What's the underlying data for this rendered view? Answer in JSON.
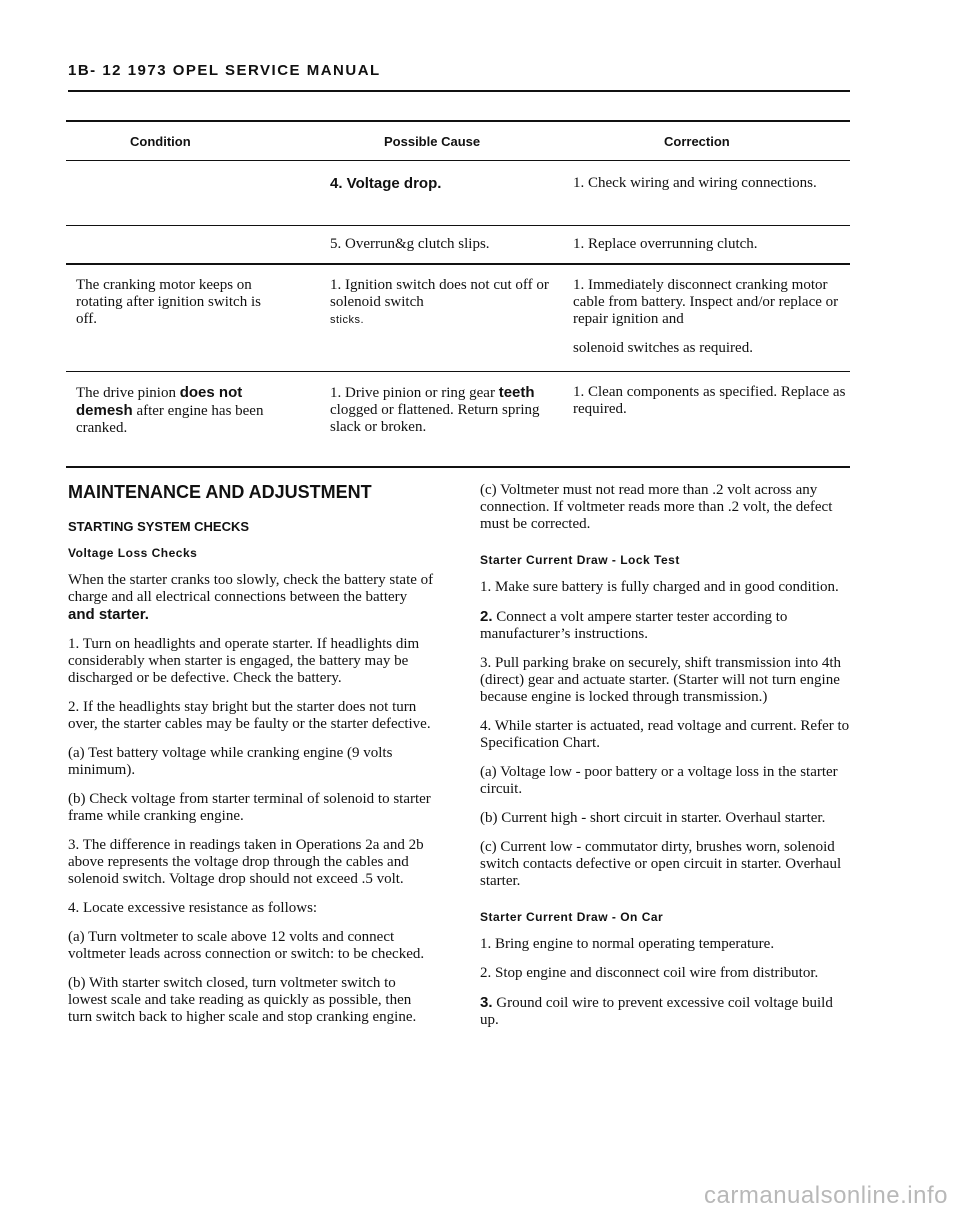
{
  "header": {
    "title": "1B- 12 1973 OPEL SERVICE MANUAL"
  },
  "table": {
    "columns": [
      "Condition",
      "Possible Cause",
      "Correction"
    ],
    "rows": [
      {
        "condition": "",
        "cause": "4. Voltage drop.",
        "correction": "1. Check wiring and wiring connections."
      },
      {
        "condition": "",
        "cause": "5. Overrun&g clutch slips.",
        "correction": "1. Replace overrunning clutch."
      },
      {
        "condition": "The cranking motor keeps on rotating after ignition switch is off.",
        "cause": "1. Ignition switch does not cut off or solenoid switch",
        "cause_small": "sticks.",
        "correction": "1. Immediately disconnect cranking motor cable from battery. Inspect and/or replace or repair ignition and",
        "correction_extra": "solenoid switches as required."
      },
      {
        "condition_pre": "The drive pinion ",
        "condition_bold": "does not demesh",
        "condition_post": " after engine has been cranked.",
        "cause_pre": "1. Drive pinion or ring gear ",
        "cause_bold": "teeth",
        "cause_post": " clogged or flattened. Return spring slack or broken.",
        "correction": "1. Clean components as specified. Replace as required."
      }
    ]
  },
  "left": {
    "heading": "MAINTENANCE AND ADJUSTMENT",
    "subheading": "STARTING SYSTEM CHECKS",
    "subsub": "Voltage Loss Checks",
    "intro_pre": "When the starter cranks too slowly, check the battery state of charge and all electrical connections between the battery ",
    "intro_bold": "and starter.",
    "p1": "1. Turn on headlights and operate starter. If headlights dim considerably when starter is engaged, the battery may be discharged or be defective. Check the battery.",
    "p2": "2. If the headlights stay bright but the starter does not turn over, the starter cables may be faulty or the starter defective.",
    "p2a": "(a) Test battery voltage while cranking engine (9 volts minimum).",
    "p2b": "(b) Check voltage from starter terminal of solenoid to starter frame while cranking engine.",
    "p3": "3. The difference in readings taken in Operations 2a and 2b above represents the voltage drop through the cables and solenoid switch. Voltage drop should not exceed .5 volt.",
    "p4": "4. Locate excessive resistance as follows:",
    "p4a": "(a) Turn voltmeter to scale above 12 volts and connect voltmeter leads across connection or switch: to be checked.",
    "p4b": "(b) With starter switch closed, turn voltmeter switch to lowest scale and take reading as quickly as possible, then turn switch back to higher scale and stop cranking engine."
  },
  "right": {
    "p4c": "(c) Voltmeter must not read more than .2 volt across any connection. If voltmeter reads more than .2 volt, the defect must be corrected.",
    "h_lock": "Starter Current Draw - Lock Test",
    "l1": "1. Make sure battery is fully charged and in good condition.",
    "l2_num": "2.",
    "l2": " Connect a volt ampere starter tester according to manufacturer’s instructions.",
    "l3": "3. Pull parking brake on securely, shift transmission into 4th (direct) gear and actuate starter. (Starter will not turn engine because engine is locked through transmission.)",
    "l4": "4. While starter is actuated, read voltage and current. Refer to Specification Chart.",
    "l4a": "(a) Voltage low - poor battery or a voltage loss in the starter circuit.",
    "l4b": "(b) Current high - short circuit in starter. Overhaul starter.",
    "l4c": "(c) Current low - commutator dirty, brushes worn, solenoid switch contacts defective or open circuit in starter. Overhaul starter.",
    "h_car": "Starter Current Draw - On Car",
    "c1": "1. Bring engine to normal operating temperature.",
    "c2": "2. Stop engine and disconnect coil wire from distributor.",
    "c3_num": "3.",
    "c3": " Ground coil wire to prevent excessive coil voltage build up."
  },
  "watermark": "carmanualsonline.info"
}
